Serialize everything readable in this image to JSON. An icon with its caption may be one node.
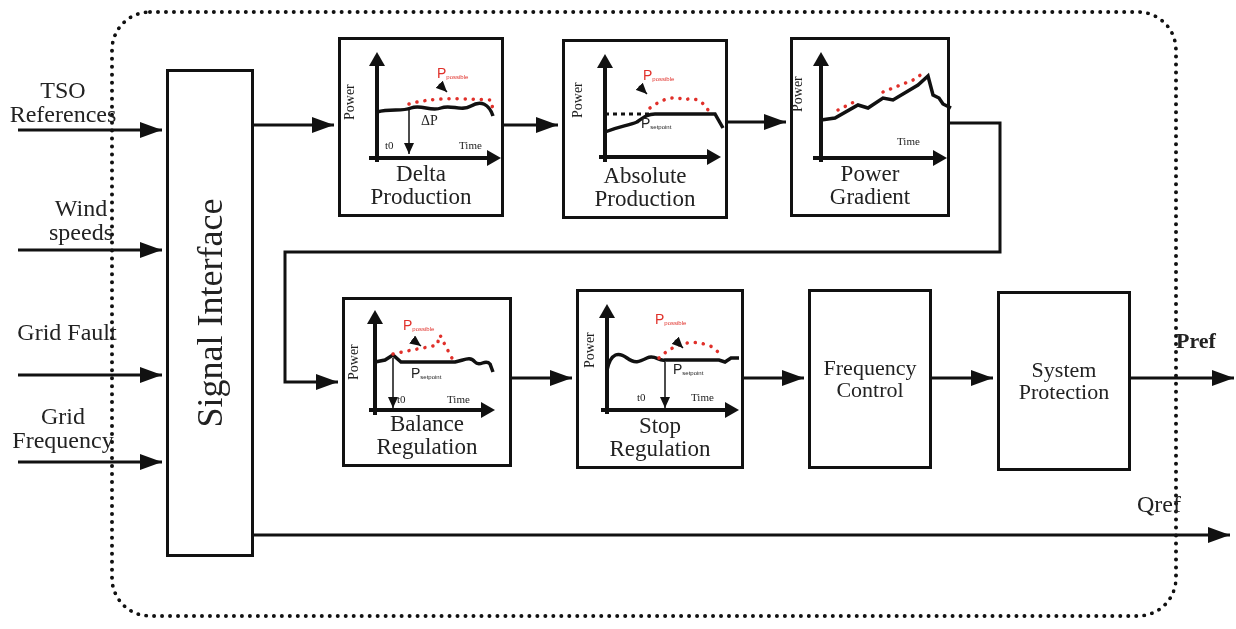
{
  "diagram": {
    "nodes": [
      {
        "text": [],
        "shape": "box"
      },
      {
        "text": [
          "Signal Interface"
        ],
        "in": 0
      },
      {
        "text": [
          "Power",
          "P$_{possible}$",
          "ΔP",
          "t0",
          "Time",
          "Delta Production"
        ],
        "in": 0
      },
      {
        "text": [
          "Power",
          "P$_{possible}$",
          "P$_{setpoint}$",
          "Absolute Production"
        ],
        "in": 0
      },
      {
        "text": [
          "Power",
          "Time",
          "Power Gradient"
        ],
        "in": 0
      },
      {
        "text": [
          "Power",
          "P$_{possible}$",
          "P$_{setpoint}$",
          "t0",
          "Time",
          "Balance Regulation"
        ],
        "in": 0
      },
      {
        "text": [
          "Power",
          "P$_{possible}$",
          "P$_{setpoint}$",
          "t0",
          "Time",
          "Stop Regulation"
        ],
        "in": 0
      },
      {
        "text": [
          "Frequency Control"
        ],
        "in": 0
      },
      {
        "text": [
          "System Protection"
        ],
        "in": 0
      }
    ],
    "edges": [
      {
        "from": null,
        "to": 1,
        "arrow": "to",
        "label": "TSO References"
      },
      {
        "from": null,
        "to": 1,
        "arrow": "to",
        "label": "Wind speeds"
      },
      {
        "from": null,
        "to": 1,
        "arrow": "to",
        "label": "Grid Fault"
      },
      {
        "from": null,
        "to": 1,
        "arrow": "to",
        "label": "Grid Frequency"
      },
      {
        "from": 1,
        "to": 2,
        "arrow": "to"
      },
      {
        "from": 2,
        "to": 3,
        "arrow": "to"
      },
      {
        "from": 3,
        "to": 4,
        "arrow": "to"
      },
      {
        "from": 4,
        "to": 5,
        "arrow": "to"
      },
      {
        "from": 5,
        "to": 6,
        "arrow": "to"
      },
      {
        "from": 6,
        "to": 7,
        "arrow": "to"
      },
      {
        "from": 7,
        "to": 8,
        "arrow": "to"
      },
      {
        "from": 8,
        "to": null,
        "arrow": "to",
        "label": "Pref"
      },
      {
        "from": 1,
        "to": null,
        "arrow": "to",
        "label": "Qref"
      }
    ]
  }
}
